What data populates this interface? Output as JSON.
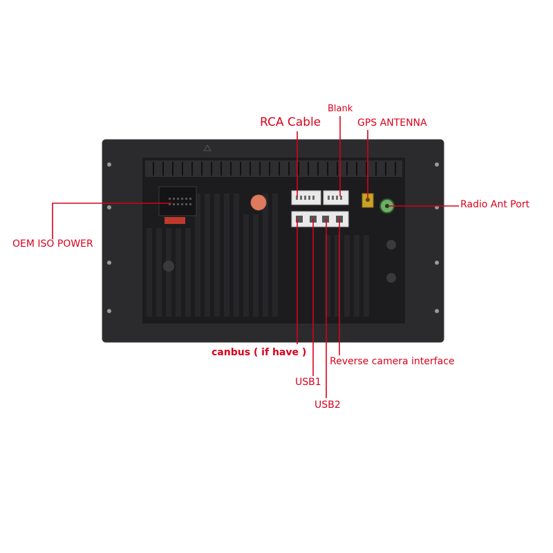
{
  "labels": {
    "oem_iso_power": "OEM ISO POWER",
    "rca_cable": "RCA Cable",
    "blank": "Blank",
    "gps_antenna": "GPS ANTENNA",
    "radio_ant_port": "Radio Ant Port",
    "canbus": "canbus ( if have )",
    "reverse_camera": "Reverse camera interface",
    "usb1": "USB1",
    "usb2": "USB2"
  },
  "colors": {
    "label": "#d8001b",
    "leader_line": "#d8001b",
    "unit_body": "#2b2b2d",
    "unit_panel": "#1c1c1e",
    "connector": "#e9e9e9",
    "fuse": "#c0392b",
    "gps_connector": "#c9a227",
    "radio_port": "#6fae67"
  }
}
